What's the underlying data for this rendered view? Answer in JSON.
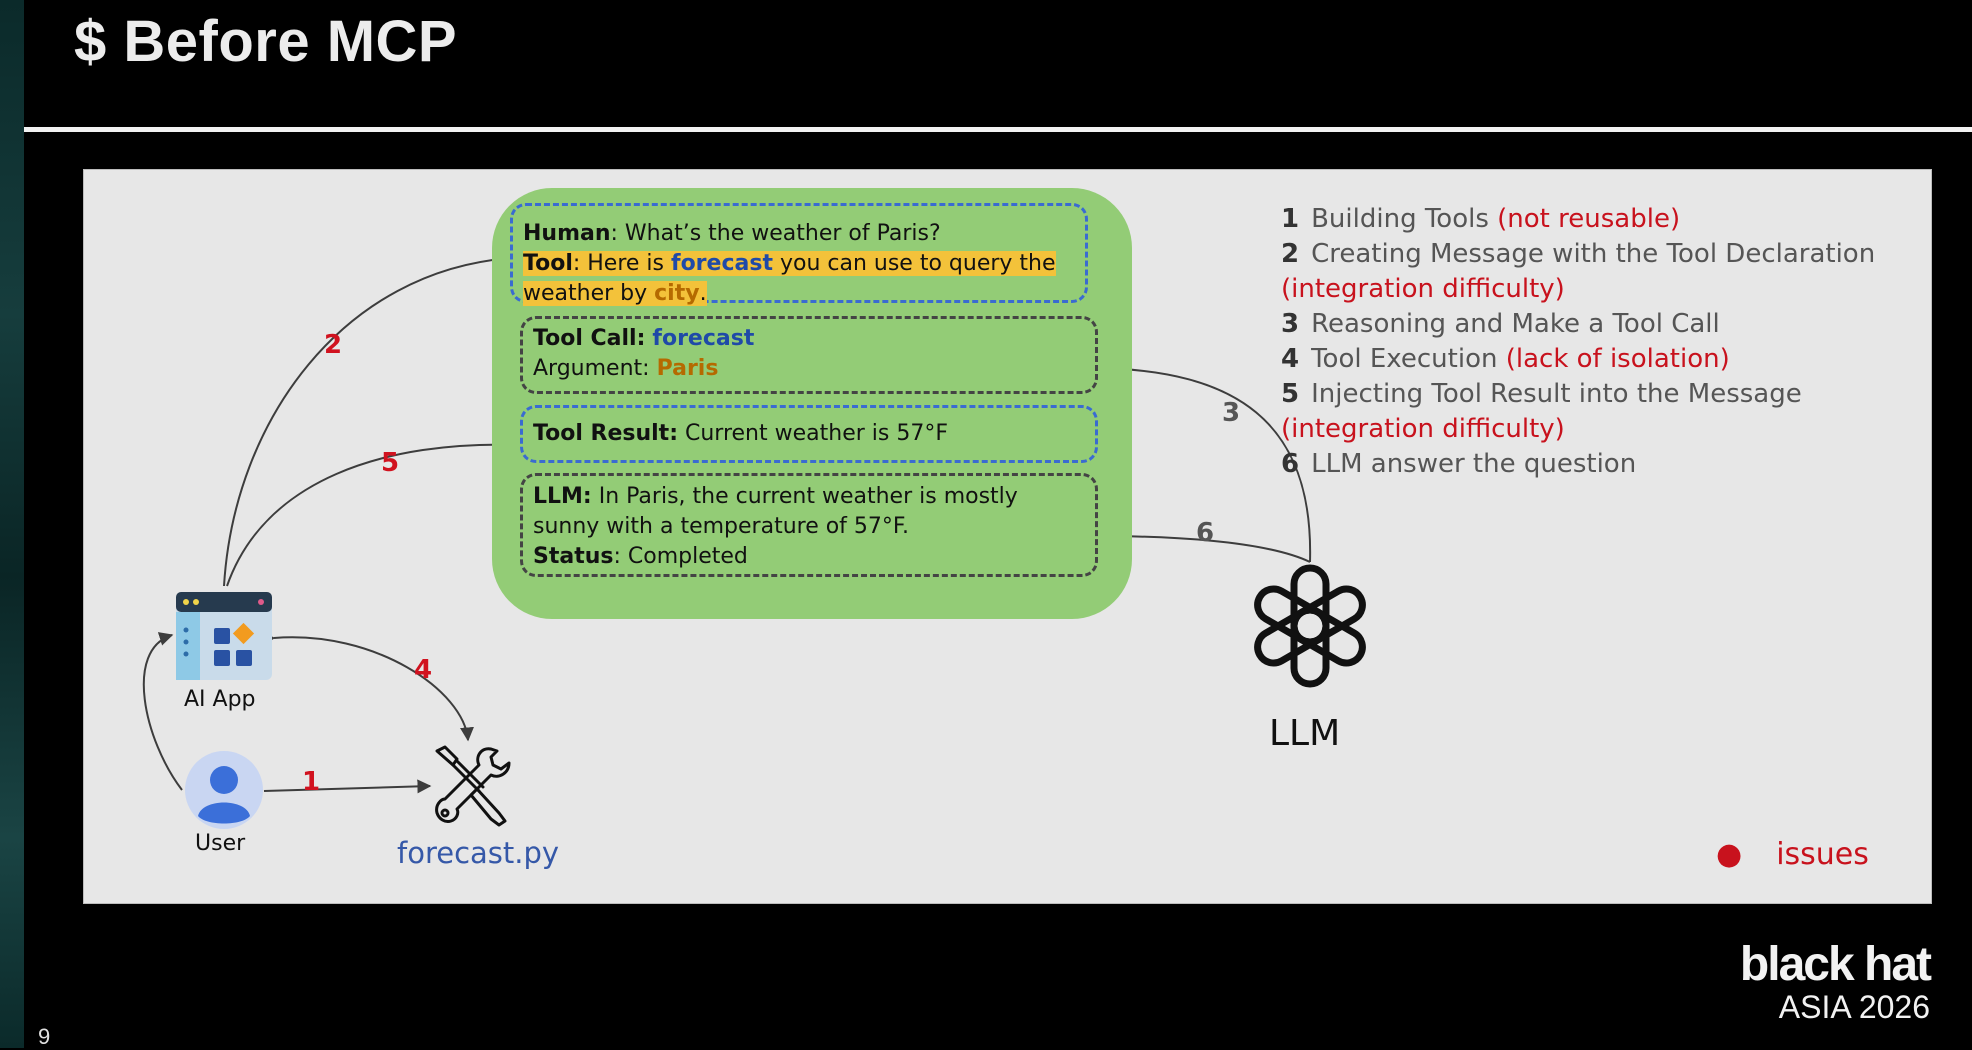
{
  "slide": {
    "title": "$ Before MCP",
    "number": "9"
  },
  "conversation": {
    "human_label": "Human",
    "human_text": ": What’s the weather of Paris?",
    "tool_label": "Tool",
    "tool_text_1": ": Here is ",
    "tool_keyword_forecast": "forecast",
    "tool_text_2": " you can use to query the",
    "tool_text_3": "weather by ",
    "tool_keyword_city": "city",
    "tool_text_4": ".",
    "tool_call_label": "Tool Call:",
    "tool_call_value": "forecast",
    "argument_label": "Argument: ",
    "argument_value": "Paris",
    "tool_result_label": "Tool Result:",
    "tool_result_text": " Current weather is 57°F",
    "llm_label": "LLM:",
    "llm_text_1": " In Paris, the current weather is mostly",
    "llm_text_2": "sunny with a temperature of 57°F.",
    "status_label": "Status",
    "status_text": ": Completed"
  },
  "nodes": {
    "ai_app": "AI App",
    "user": "User",
    "tool_file": "forecast.py",
    "llm": "LLM"
  },
  "arrow_numbers": {
    "n1": "1",
    "n2": "2",
    "n3": "3",
    "n4": "4",
    "n5": "5",
    "n6": "6"
  },
  "steps": [
    {
      "num": "1",
      "text": "Building Tools",
      "issue": "(not reusable)"
    },
    {
      "num": "2",
      "text": "Creating Message with the Tool Declaration",
      "issue": "(integration difficulty)"
    },
    {
      "num": "3",
      "text": "Reasoning and Make a Tool Call",
      "issue": ""
    },
    {
      "num": "4",
      "text": "Tool Execution",
      "issue": "(lack of isolation)"
    },
    {
      "num": "5",
      "text": "Injecting Tool Result into the Message",
      "issue": "(integration difficulty)"
    },
    {
      "num": "6",
      "text": "LLM answer the question",
      "issue": ""
    }
  ],
  "legend": {
    "bullet": "●",
    "label": "issues"
  },
  "brand": {
    "name": "black hat",
    "event": "ASIA 2026"
  },
  "colors": {
    "issue_red": "#c8121d",
    "highlight_yellow": "#f3c23a",
    "panel_green": "#93cc76",
    "keyword_blue": "#1f4aa8",
    "keyword_orange": "#b56a00"
  }
}
